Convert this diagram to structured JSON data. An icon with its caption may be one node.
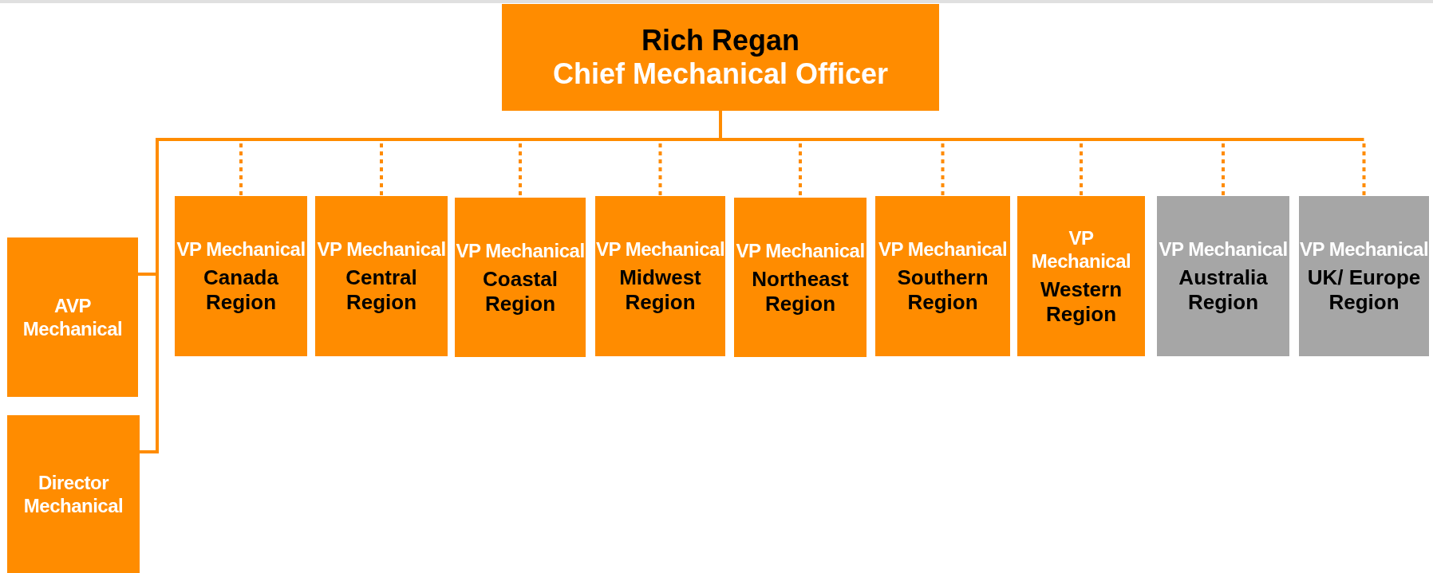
{
  "diagram": {
    "nodes": [
      {
        "text": [
          "Rich Regan",
          "Chief Mechanical Officer"
        ]
      },
      {
        "text": [
          "AVP Mechanical"
        ]
      },
      {
        "text": [
          "Director Mechanical"
        ]
      },
      {
        "text": [
          "VP Mechanical",
          "Canada Region"
        ]
      },
      {
        "text": [
          "VP Mechanical",
          "Central Region"
        ]
      },
      {
        "text": [
          "VP Mechanical",
          "Coastal Region"
        ]
      },
      {
        "text": [
          "VP Mechanical",
          "Midwest Region"
        ]
      },
      {
        "text": [
          "VP Mechanical",
          "Northeast Region"
        ]
      },
      {
        "text": [
          "VP Mechanical",
          "Southern Region"
        ]
      },
      {
        "text": [
          "VP Mechanical",
          "Western Region"
        ]
      },
      {
        "text": [
          "VP Mechanical",
          "Australia Region"
        ]
      },
      {
        "text": [
          "VP Mechanical",
          "UK/ Europe Region"
        ]
      }
    ],
    "edges": [
      {
        "from": 0,
        "to": 1,
        "arrow": "none"
      },
      {
        "from": 0,
        "to": 2,
        "arrow": "none"
      },
      {
        "from": 0,
        "to": 3,
        "arrow": "none",
        "style": "dashed"
      },
      {
        "from": 0,
        "to": 4,
        "arrow": "none",
        "style": "dashed"
      },
      {
        "from": 0,
        "to": 5,
        "arrow": "none",
        "style": "dashed"
      },
      {
        "from": 0,
        "to": 6,
        "arrow": "none",
        "style": "dashed"
      },
      {
        "from": 0,
        "to": 7,
        "arrow": "none",
        "style": "dashed"
      },
      {
        "from": 0,
        "to": 8,
        "arrow": "none",
        "style": "dashed"
      },
      {
        "from": 0,
        "to": 9,
        "arrow": "none",
        "style": "dashed"
      },
      {
        "from": 0,
        "to": 10,
        "arrow": "none",
        "style": "dashed"
      },
      {
        "from": 0,
        "to": 11,
        "arrow": "none",
        "style": "dashed"
      }
    ]
  }
}
